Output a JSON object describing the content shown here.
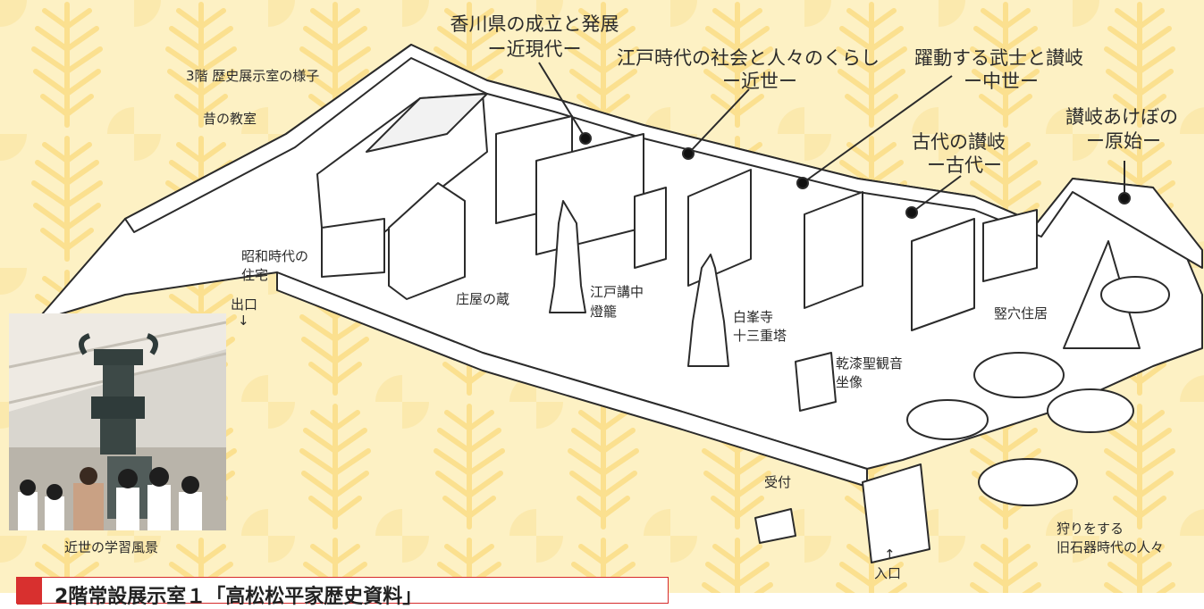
{
  "titles": {
    "kagawa": "香川県の成立と発展",
    "kagawa_era": "ー近現代ー",
    "edo": "江戸時代の社会と人々のくらし",
    "edo_era": "ー近世ー",
    "samurai": "躍動する武士と讃岐",
    "samurai_era": "ー中世ー",
    "ancient": "古代の讃岐",
    "ancient_era": "ー古代ー",
    "dawn": "讃岐あけぼの",
    "dawn_era": "ー原始ー"
  },
  "labels": {
    "floor": "3階  歴史展示室の様子",
    "old_classroom": "昔の教室",
    "showa_house_1": "昭和時代の",
    "showa_house_2": "住宅",
    "exit": "出口",
    "exit_arrow": "↓",
    "shoya": "庄屋の蔵",
    "edo_lantern_1": "江戸講中",
    "edo_lantern_2": "燈籠",
    "pagoda_1": "白峯寺",
    "pagoda_2": "十三重塔",
    "kannon_1": "乾漆聖観音",
    "kannon_2": "坐像",
    "pit_house": "竪穴住居",
    "reception": "受付",
    "entrance": "入口",
    "entrance_arrow": "↑",
    "hunting_1": "狩りをする",
    "hunting_2": "旧石器時代の人々",
    "photo_caption": "近世の学習風景"
  },
  "banner": {
    "text": "2階常設展示室１「高松松平家歴史資料」"
  },
  "colors": {
    "background": "#fdf1c4",
    "pattern": "#fbe397",
    "banner_red": "#d62b2b"
  }
}
